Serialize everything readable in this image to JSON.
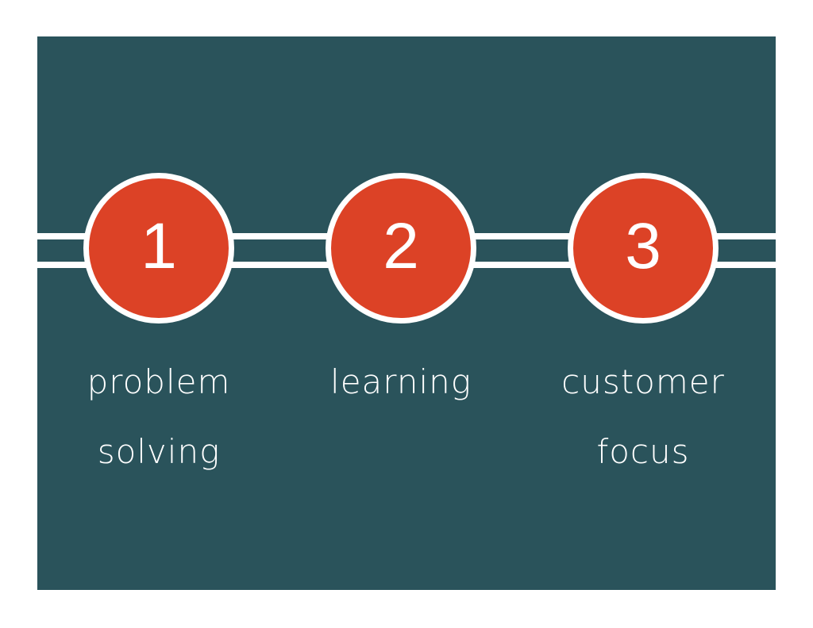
{
  "colors": {
    "panel": "#2a535b",
    "circle": "#dc4226",
    "line": "#ffffff",
    "text": "#ffffff"
  },
  "steps": [
    {
      "number": "1",
      "label_line1": "problem",
      "label_line2": "solving"
    },
    {
      "number": "2",
      "label_line1": "learning",
      "label_line2": ""
    },
    {
      "number": "3",
      "label_line1": "customer",
      "label_line2": "focus"
    }
  ]
}
